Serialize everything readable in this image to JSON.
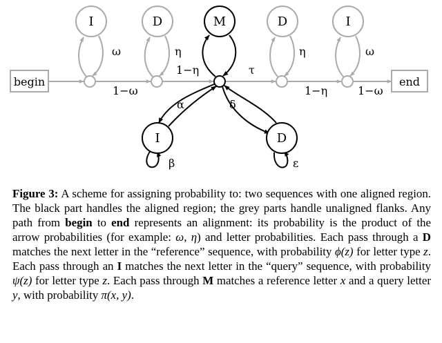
{
  "diagram": {
    "nodes": {
      "begin": "begin",
      "end": "end",
      "top_left_i": "I",
      "top_left_d": "D",
      "top_m": "M",
      "top_right_d": "D",
      "top_right_i": "I",
      "bottom_i": "I",
      "bottom_d": "D"
    },
    "labels": {
      "omega_left": "ω",
      "eta_left": "η",
      "one_minus_eta_left": "1−η",
      "one_minus_omega_left": "1−ω",
      "tau": "τ",
      "eta_right": "η",
      "omega_right": "ω",
      "one_minus_eta_right": "1−η",
      "one_minus_omega_right": "1−ω",
      "alpha": "α",
      "delta": "δ",
      "beta": "β",
      "epsilon": "ε"
    },
    "colors": {
      "black": "#000000",
      "grey": "#aaaaaa",
      "node_fill": "#ffffff"
    }
  },
  "caption": {
    "label": "Figure 3:",
    "t1": " A scheme for assigning probability to: two sequences with one aligned region. The black part handles the aligned region; the grey parts handle unaligned flanks. Any path from ",
    "begin": "begin",
    "t2": " to ",
    "end": "end",
    "t3": " represents an alignment: its probability is the product of the arrow probabilities (for example: ",
    "omega": "ω",
    "t4": ", ",
    "eta": "η",
    "t5": ") and letter probabilities. Each pass through a ",
    "d": "D",
    "t6": " matches the next letter in the “reference” sequence, with probability ",
    "phi": "ϕ(z)",
    "t7": " for letter type ",
    "z1": "z",
    "t8": ". Each pass through an ",
    "i": "I",
    "t9": " matches the next letter in the “query” sequence, with probability ",
    "psi": "ψ(z)",
    "t10": " for letter type ",
    "z2": "z",
    "t11": ". Each pass through ",
    "m": "M",
    "t12": " matches a reference letter ",
    "x": "x",
    "t13": " and a query letter ",
    "y": "y",
    "t14": ", with probability ",
    "pi": "π(x, y)",
    "t15": "."
  }
}
